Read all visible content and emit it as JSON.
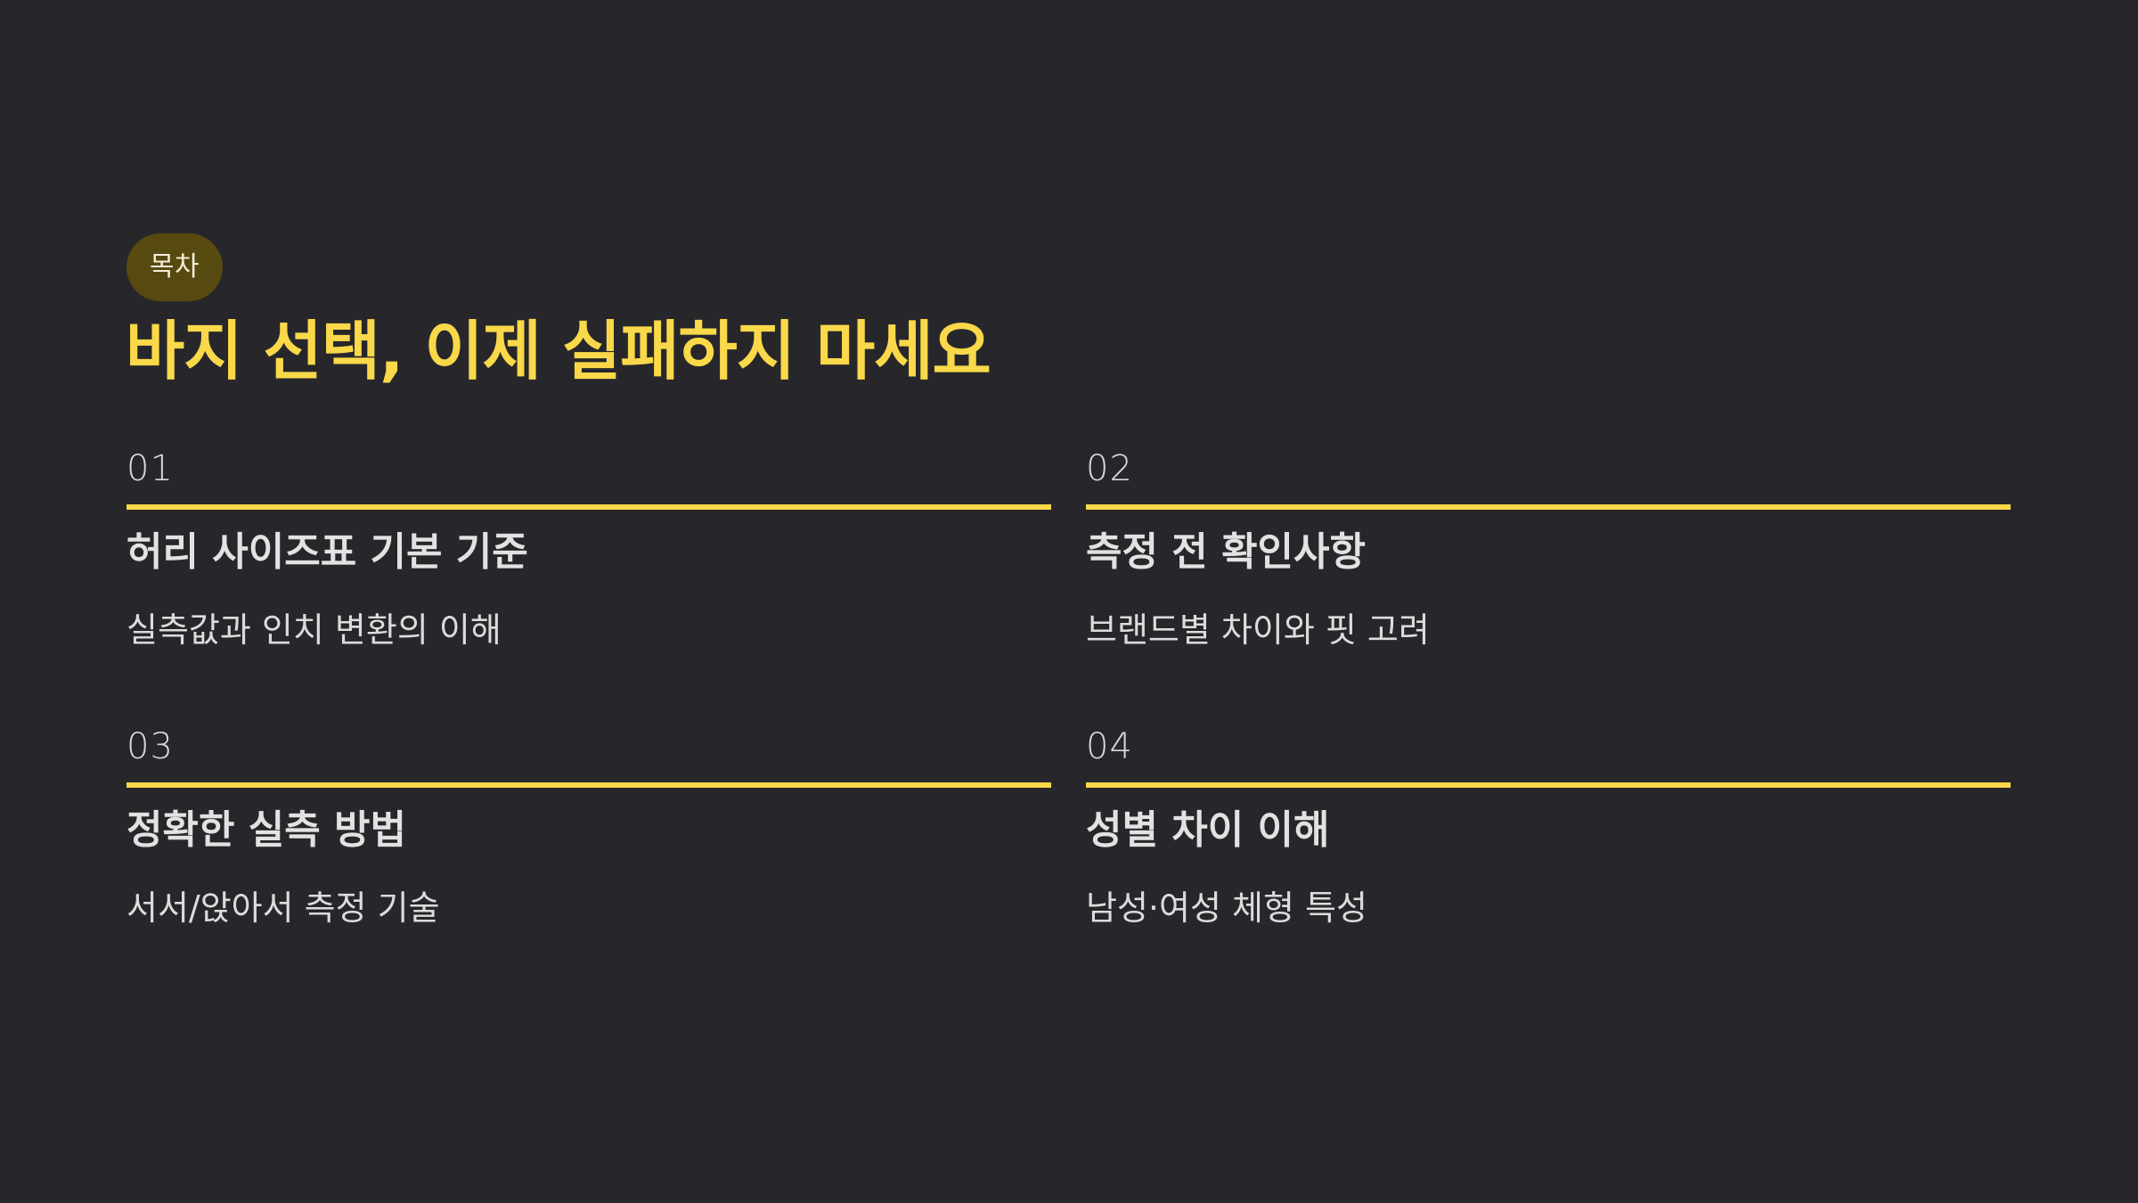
{
  "colors": {
    "background": "#27272b",
    "accent": "#f9d84a",
    "badge_bg": "#574a10",
    "heading_text": "#e2e2e2",
    "body_text": "#dcdcdc"
  },
  "badge": {
    "label": "목차"
  },
  "title": "바지 선택, 이제 실패하지 마세요",
  "items": [
    {
      "number": "01",
      "heading": "허리 사이즈표 기본 기준",
      "description": "실측값과 인치 변환의 이해"
    },
    {
      "number": "02",
      "heading": "측정 전 확인사항",
      "description": "브랜드별 차이와 핏 고려"
    },
    {
      "number": "03",
      "heading": "정확한 실측 방법",
      "description": "서서/앉아서 측정 기술"
    },
    {
      "number": "04",
      "heading": "성별 차이 이해",
      "description": "남성·여성 체형 특성"
    }
  ]
}
